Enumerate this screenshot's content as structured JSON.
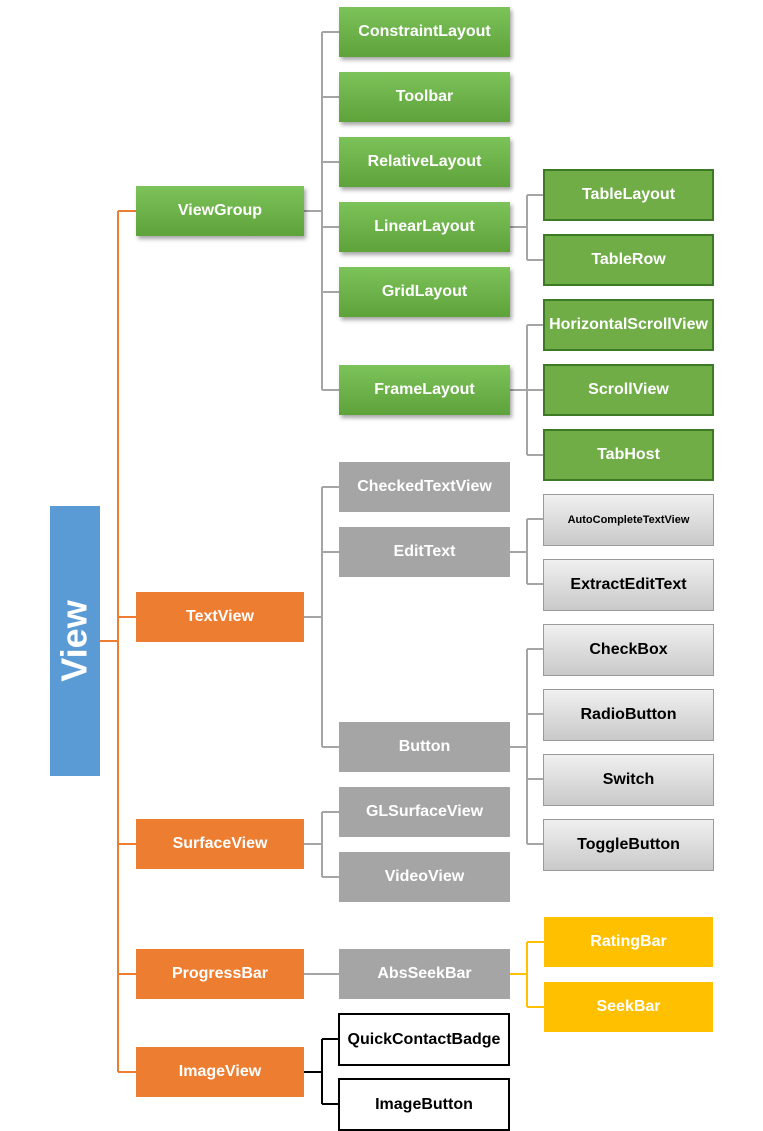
{
  "colors": {
    "root": "#5b9bd5",
    "orange": "#ed7d31",
    "green": "#70ad47",
    "gray": "#a5a5a5",
    "light_gray": "#d9d9d9",
    "yellow": "#ffc000",
    "white": "#ffffff"
  },
  "nodes": {
    "root": "View",
    "viewgroup": "ViewGroup",
    "constraintlayout": "ConstraintLayout",
    "toolbar": "Toolbar",
    "relativelayout": "RelativeLayout",
    "linearlayout": "LinearLayout",
    "tablelayout": "TableLayout",
    "tablerow": "TableRow",
    "gridlayout": "GridLayout",
    "framelayout": "FrameLayout",
    "horizontalscrollview": "HorizontalScrollView",
    "scrollview": "ScrollView",
    "tabhost": "TabHost",
    "textview": "TextView",
    "checkedtextview": "CheckedTextView",
    "edittext": "EditText",
    "autocompletetextview": "AutoCompleteTextView",
    "extractedittext": "ExtractEditText",
    "button": "Button",
    "checkbox": "CheckBox",
    "radiobutton": "RadioButton",
    "switch": "Switch",
    "togglebutton": "ToggleButton",
    "surfaceview": "SurfaceView",
    "glsurfaceview": "GLSurfaceView",
    "videoview": "VideoView",
    "progressbar": "ProgressBar",
    "absseekbar": "AbsSeekBar",
    "ratingbar": "RatingBar",
    "seekbar": "SeekBar",
    "imageview": "ImageView",
    "quickcontactbadge": "QuickContactBadge",
    "imagebutton": "ImageButton"
  }
}
